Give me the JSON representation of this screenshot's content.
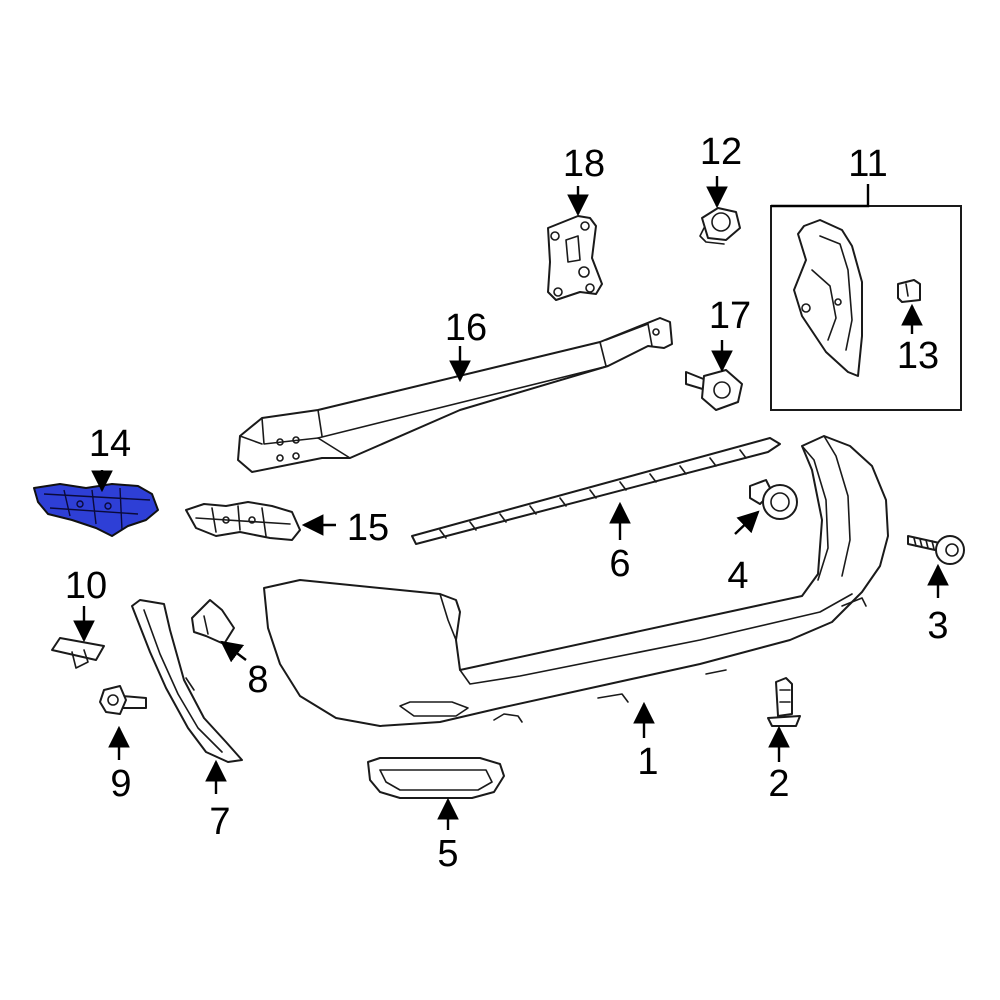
{
  "colors": {
    "highlight": "#2e3fd6",
    "line": "#1a1a1a",
    "background": "#ffffff"
  },
  "callouts": {
    "c1": "1",
    "c2": "2",
    "c3": "3",
    "c4": "4",
    "c5": "5",
    "c6": "6",
    "c7": "7",
    "c8": "8",
    "c9": "9",
    "c10": "10",
    "c11": "11",
    "c12": "12",
    "c13": "13",
    "c14": "14",
    "c15": "15",
    "c16": "16",
    "c17": "17",
    "c18": "18"
  }
}
